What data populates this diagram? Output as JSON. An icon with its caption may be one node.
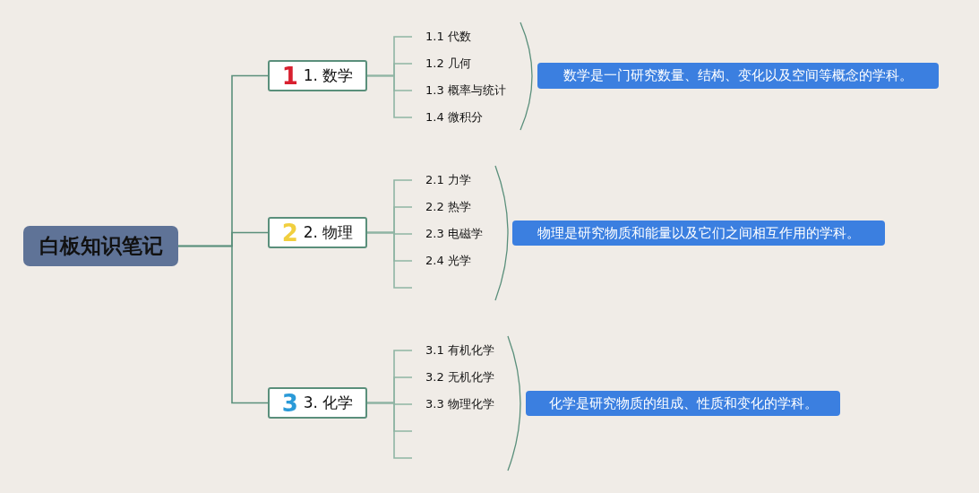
{
  "diagram": {
    "nodes": [
      {
        "text": [
          "白板知识笔记"
        ]
      },
      {
        "text": [
          "1",
          "1. 数学"
        ]
      },
      {
        "text": [
          "1.1 代数"
        ]
      },
      {
        "text": [
          "1.2 几何"
        ]
      },
      {
        "text": [
          "1.3 概率与统计"
        ]
      },
      {
        "text": [
          "1.4 微积分"
        ]
      },
      {
        "text": [
          "数学是一门研究数量、结构、变化以及空间等概念的学科。"
        ]
      },
      {
        "text": [
          "2",
          "2. 物理"
        ]
      },
      {
        "text": [
          "2.1 力学"
        ]
      },
      {
        "text": [
          "2.2 热学"
        ]
      },
      {
        "text": [
          "2.3 电磁学"
        ]
      },
      {
        "text": [
          "2.4 光学"
        ]
      },
      {
        "text": [
          "物理是研究物质和能量以及它们之间相互作用的学科。"
        ]
      },
      {
        "text": [
          "3",
          "3. 化学"
        ]
      },
      {
        "text": [
          "3.1 有机化学"
        ]
      },
      {
        "text": [
          "3.2 无机化学"
        ]
      },
      {
        "text": [
          "3.3 物理化学"
        ]
      },
      {
        "text": [
          "化学是研究物质的组成、性质和变化的学科。"
        ]
      }
    ],
    "edges": [
      {
        "from": 0,
        "to": 1,
        "arrow": "none"
      },
      {
        "from": 0,
        "to": 7,
        "arrow": "none"
      },
      {
        "from": 0,
        "to": 13,
        "arrow": "none"
      },
      {
        "from": 1,
        "to": 2,
        "arrow": "none"
      },
      {
        "from": 1,
        "to": 3,
        "arrow": "none"
      },
      {
        "from": 1,
        "to": 4,
        "arrow": "none"
      },
      {
        "from": 1,
        "to": 5,
        "arrow": "none"
      },
      {
        "from": 7,
        "to": 8,
        "arrow": "none"
      },
      {
        "from": 7,
        "to": 9,
        "arrow": "none"
      },
      {
        "from": 7,
        "to": 10,
        "arrow": "none"
      },
      {
        "from": 7,
        "to": 11,
        "arrow": "none"
      },
      {
        "from": 7,
        "to": null,
        "arrow": "none"
      },
      {
        "from": 13,
        "to": 14,
        "arrow": "none"
      },
      {
        "from": 13,
        "to": 15,
        "arrow": "none"
      },
      {
        "from": 13,
        "to": 16,
        "arrow": "none"
      },
      {
        "from": 13,
        "to": null,
        "arrow": "none"
      },
      {
        "from": 13,
        "to": null,
        "arrow": "none"
      }
    ]
  }
}
